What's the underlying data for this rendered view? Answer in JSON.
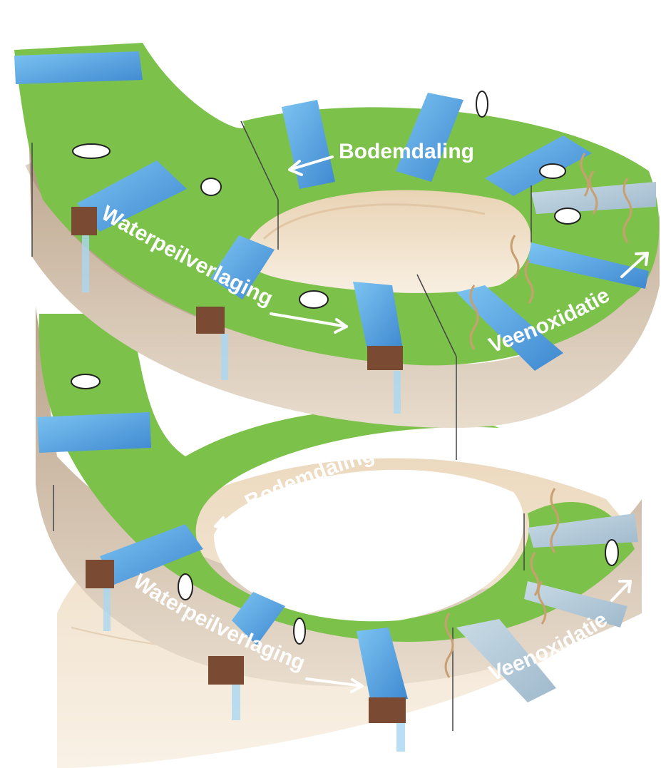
{
  "labels": {
    "top_subsidence": "Bodemdaling",
    "top_water_lowering": "Waterpeilverlaging",
    "top_oxidation": "Veenoxidatie",
    "bottom_subsidence": "Bodemdaling",
    "bottom_water_lowering": "Waterpeilverlaging",
    "bottom_oxidation": "Veenoxidatie"
  },
  "colors": {
    "grass": "#7cc24a",
    "water": "#5aa8e0",
    "soil": "#cdb8a0",
    "peat_dark": "#a58a70",
    "ground": "#e6cfae",
    "gas_wave": "#c8a070",
    "arrow": "#ffffff"
  },
  "icons": [
    "cow-icon",
    "sluice-gate-icon",
    "gas-wave-icon",
    "arrow-icon"
  ]
}
